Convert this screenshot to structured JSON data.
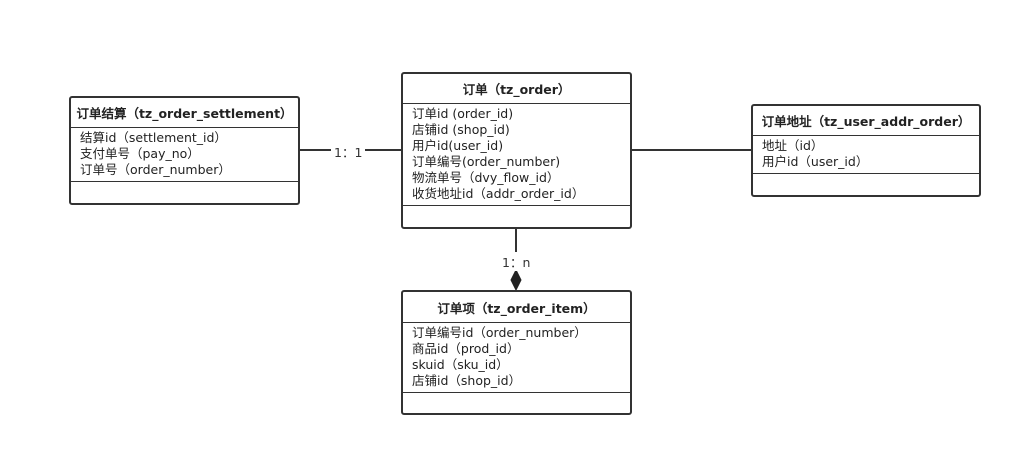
{
  "classes": {
    "order": {
      "title": "订单（tz_order）",
      "attributes": [
        "订单id (order_id)",
        "店铺id (shop_id)",
        "用户id(user_id)",
        "订单编号(order_number)",
        "物流单号（dvy_flow_id）",
        "收货地址id（addr_order_id）"
      ]
    },
    "settlement": {
      "title": "订单结算（tz_order_settlement）",
      "attributes": [
        "结算id（settlement_id）",
        "支付单号（pay_no）",
        "订单号（order_number）"
      ]
    },
    "user_addr": {
      "title": "订单地址（tz_user_addr_order）",
      "attributes": [
        "地址（id）",
        "用户id（user_id）"
      ]
    },
    "order_item": {
      "title": "订单项（tz_order_item）",
      "attributes": [
        "订单编号id（order_number）",
        "商品id（prod_id）",
        "skuid（sku_id）",
        "店铺id（shop_id）"
      ]
    }
  },
  "relations": {
    "settlement_order": {
      "label": "1：1"
    },
    "order_item": {
      "label": "1：n"
    }
  }
}
